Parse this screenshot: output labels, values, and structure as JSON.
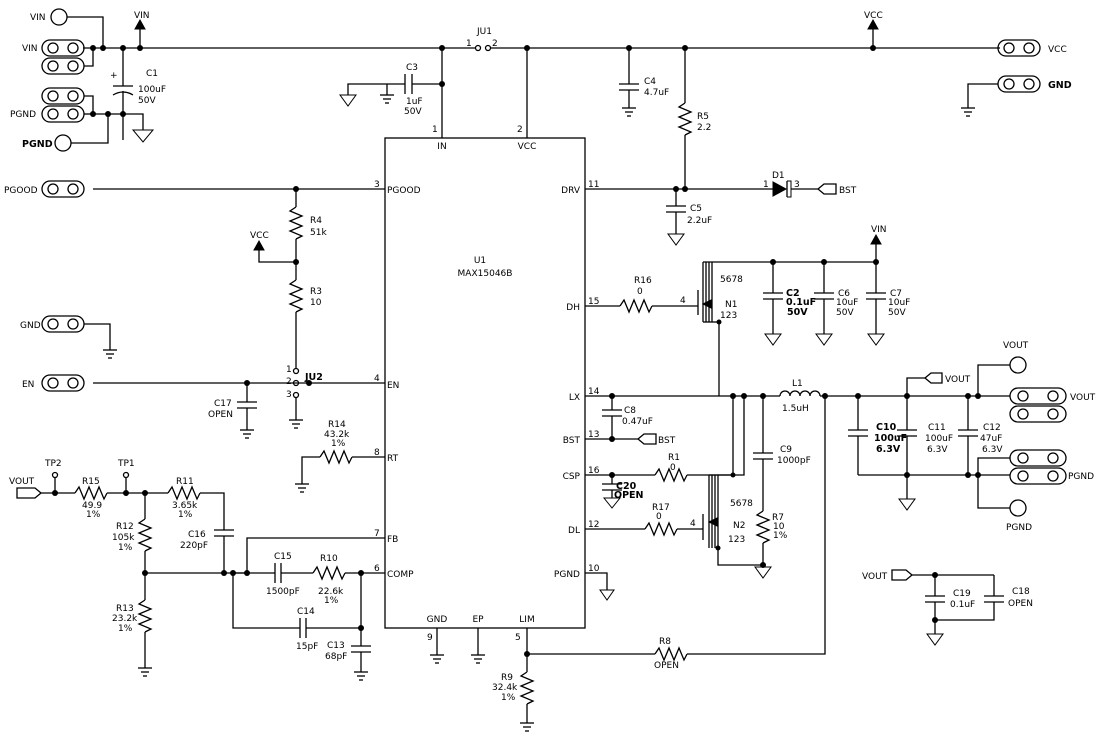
{
  "ic": {
    "ref": "U1",
    "part": "MAX15046B",
    "pins": [
      {
        "num": "1",
        "name": "IN"
      },
      {
        "num": "2",
        "name": "VCC"
      },
      {
        "num": "3",
        "name": "PGOOD"
      },
      {
        "num": "4",
        "name": "EN"
      },
      {
        "num": "8",
        "name": "RT"
      },
      {
        "num": "7",
        "name": "FB"
      },
      {
        "num": "6",
        "name": "COMP"
      },
      {
        "num": "9",
        "name": "GND"
      },
      {
        "num": "EP",
        "name": "EP"
      },
      {
        "num": "5",
        "name": "LIM"
      },
      {
        "num": "11",
        "name": "DRV"
      },
      {
        "num": "15",
        "name": "DH"
      },
      {
        "num": "14",
        "name": "LX"
      },
      {
        "num": "13",
        "name": "BST"
      },
      {
        "num": "16",
        "name": "CSP"
      },
      {
        "num": "12",
        "name": "DL"
      },
      {
        "num": "10",
        "name": "PGND"
      }
    ]
  },
  "connectors": [
    {
      "label": "VIN"
    },
    {
      "label": "VIN"
    },
    {
      "label": "PGND"
    },
    {
      "label": "PGND"
    },
    {
      "label": "PGOOD"
    },
    {
      "label": "GND"
    },
    {
      "label": "EN"
    },
    {
      "label": "VCC"
    },
    {
      "label": "GND"
    },
    {
      "label": "VOUT"
    },
    {
      "label": "VOUT"
    },
    {
      "label": "PGND"
    },
    {
      "label": "PGND"
    }
  ],
  "nets": {
    "vin": "VIN",
    "vcc": "VCC",
    "vout": "VOUT",
    "bst": "BST"
  },
  "jumpers": {
    "ju1": {
      "ref": "JU1",
      "p1": "1",
      "p2": "2"
    },
    "ju2": {
      "ref": "JU2",
      "p1": "1",
      "p2": "2",
      "p3": "3"
    }
  },
  "testpoints": {
    "tp1": "TP1",
    "tp2": "TP2"
  },
  "components": {
    "C1": {
      "ref": "C1",
      "v1": "100uF",
      "v2": "50V",
      "plus": "+"
    },
    "C3": {
      "ref": "C3",
      "v1": "1uF",
      "v2": "50V"
    },
    "C4": {
      "ref": "C4",
      "v1": "4.7uF"
    },
    "R5": {
      "ref": "R5",
      "v1": "2.2"
    },
    "D1": {
      "ref": "D1",
      "p1": "1",
      "p3": "3"
    },
    "C5": {
      "ref": "C5",
      "v1": "2.2uF"
    },
    "R4": {
      "ref": "R4",
      "v1": "51k"
    },
    "R3": {
      "ref": "R3",
      "v1": "10"
    },
    "C17": {
      "ref": "C17",
      "v1": "OPEN"
    },
    "R14": {
      "ref": "R14",
      "v1": "43.2k",
      "v2": "1%"
    },
    "R16": {
      "ref": "R16",
      "v1": "0"
    },
    "N1": {
      "ref": "N1",
      "top": "5678",
      "bot": "123",
      "gate": "4"
    },
    "C2": {
      "ref": "C2",
      "v1": "0.1uF",
      "v2": "50V"
    },
    "C6": {
      "ref": "C6",
      "v1": "10uF",
      "v2": "50V"
    },
    "C7": {
      "ref": "C7",
      "v1": "10uF",
      "v2": "50V"
    },
    "C8": {
      "ref": "C8",
      "v1": "0.47uF"
    },
    "L1": {
      "ref": "L1",
      "v1": "1.5uH"
    },
    "C9": {
      "ref": "C9",
      "v1": "1000pF"
    },
    "R1": {
      "ref": "R1",
      "v1": "0"
    },
    "C20": {
      "ref": "C20",
      "v1": "OPEN"
    },
    "R17": {
      "ref": "R17",
      "v1": "0"
    },
    "N2": {
      "ref": "N2",
      "top": "5678",
      "bot": "123",
      "gate": "4"
    },
    "R7": {
      "ref": "R7",
      "v1": "10",
      "v2": "1%"
    },
    "C10": {
      "ref": "C10",
      "v1": "100uF",
      "v2": "6.3V"
    },
    "C11": {
      "ref": "C11",
      "v1": "100uF",
      "v2": "6.3V"
    },
    "C12": {
      "ref": "C12",
      "v1": "47uF",
      "v2": "6.3V"
    },
    "C19": {
      "ref": "C19",
      "v1": "0.1uF"
    },
    "C18": {
      "ref": "C18",
      "v1": "OPEN"
    },
    "R15": {
      "ref": "R15",
      "v1": "49.9",
      "v2": "1%"
    },
    "R11": {
      "ref": "R11",
      "v1": "3.65k",
      "v2": "1%"
    },
    "R12": {
      "ref": "R12",
      "v1": "105k",
      "v2": "1%"
    },
    "R13": {
      "ref": "R13",
      "v1": "23.2k",
      "v2": "1%"
    },
    "C16": {
      "ref": "C16",
      "v1": "220pF"
    },
    "C15": {
      "ref": "C15",
      "v1": "1500pF"
    },
    "R10": {
      "ref": "R10",
      "v1": "22.6k",
      "v2": "1%"
    },
    "C14": {
      "ref": "C14",
      "v1": "15pF"
    },
    "C13": {
      "ref": "C13",
      "v1": "68pF"
    },
    "R8": {
      "ref": "R8",
      "v1": "OPEN"
    },
    "R9": {
      "ref": "R9",
      "v1": "32.4k",
      "v2": "1%"
    }
  }
}
